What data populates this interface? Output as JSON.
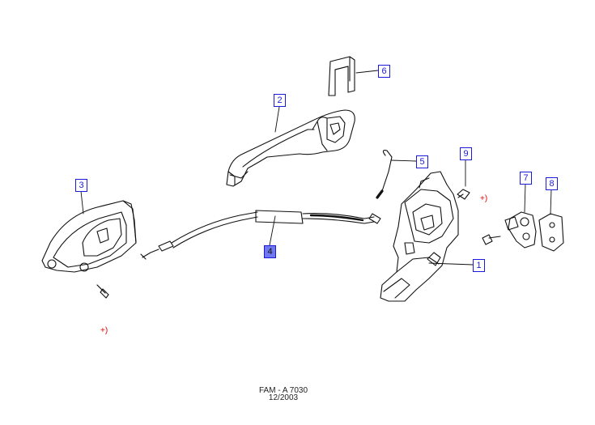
{
  "diagram": {
    "callouts": [
      {
        "id": "1",
        "label": "1",
        "selected": false
      },
      {
        "id": "2",
        "label": "2",
        "selected": false
      },
      {
        "id": "3",
        "label": "3",
        "selected": false
      },
      {
        "id": "4",
        "label": "4",
        "selected": true
      },
      {
        "id": "5",
        "label": "5",
        "selected": false
      },
      {
        "id": "6",
        "label": "6",
        "selected": false
      },
      {
        "id": "7",
        "label": "7",
        "selected": false
      },
      {
        "id": "8",
        "label": "8",
        "selected": false
      },
      {
        "id": "9",
        "label": "9",
        "selected": false
      }
    ],
    "notes": {
      "left": "+)",
      "right": "+)"
    },
    "colors": {
      "callout_border": "#1a1adb",
      "callout_selected_fill": "#6f78ef",
      "note": "#e00000",
      "line": "#111111"
    }
  },
  "footer": {
    "code": "FAM - A 7030",
    "date": "12/2003"
  }
}
